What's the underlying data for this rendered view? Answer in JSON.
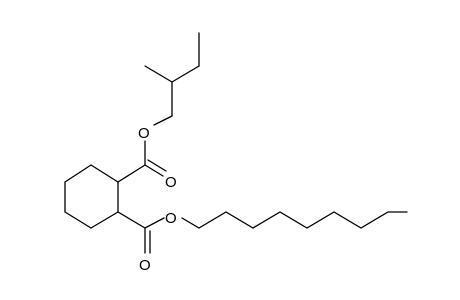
{
  "molecule": {
    "atoms": {
      "O_ester_upper": "O",
      "O_carbonyl_upper": "O",
      "O_ester_lower": "O",
      "O_carbonyl_lower": "O"
    },
    "colors": {
      "bond": "#000000",
      "label": "#000000",
      "background": "#ffffff"
    }
  }
}
